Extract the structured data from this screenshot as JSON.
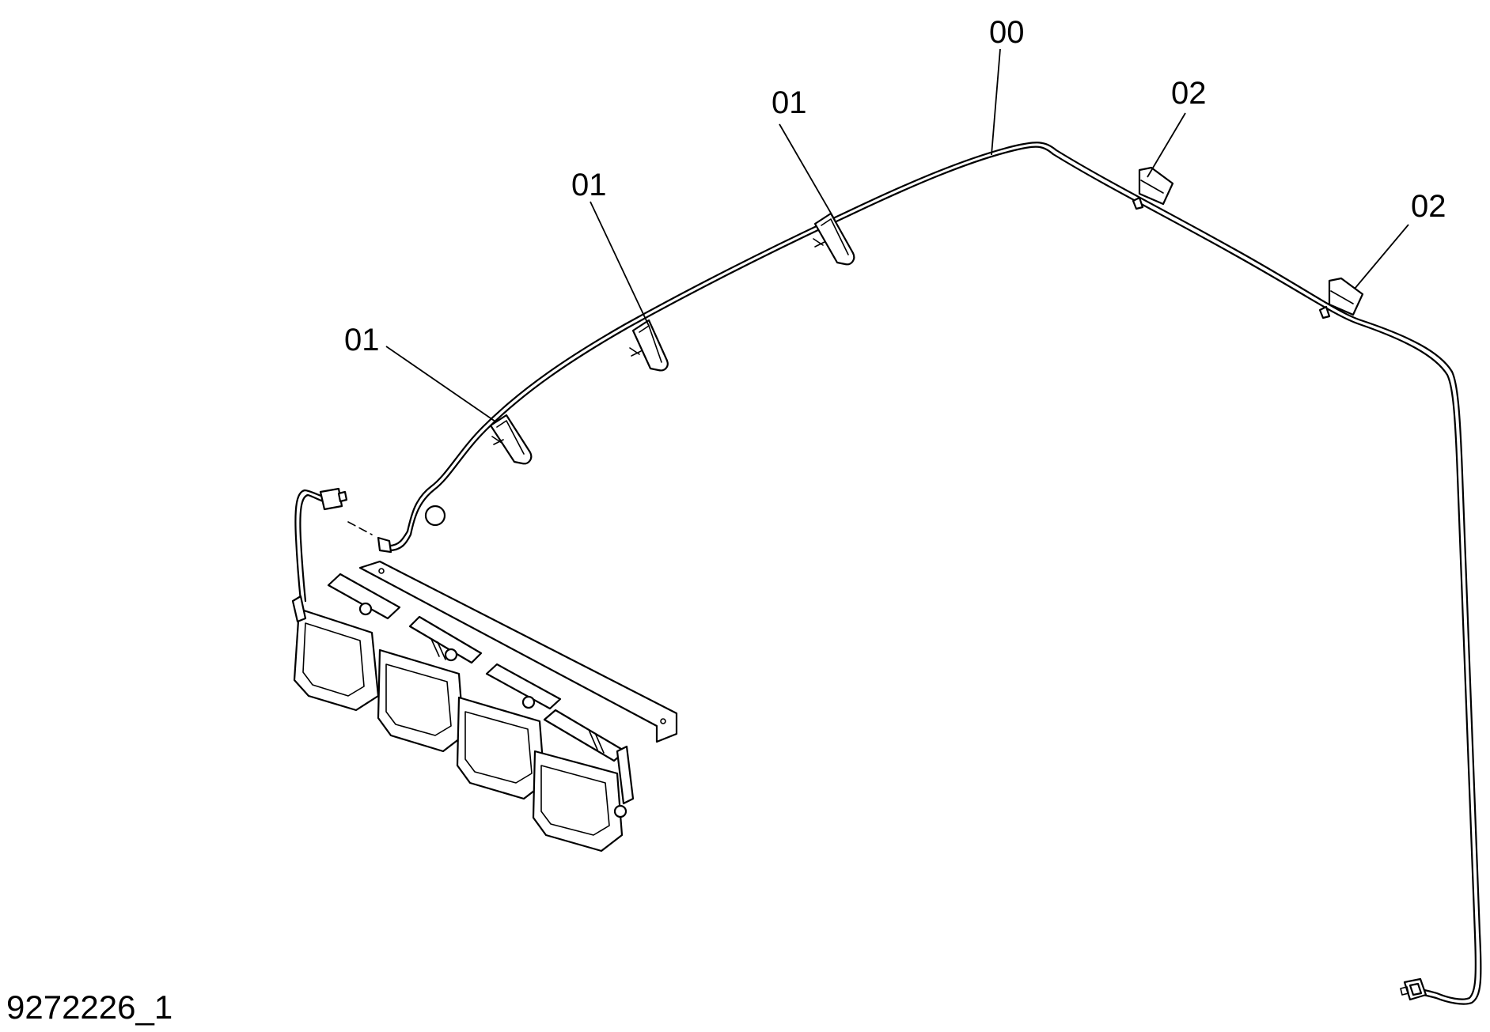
{
  "figure_id": "9272226_1",
  "callouts": {
    "harness": "00",
    "clip_a": "01",
    "clip_b": "01",
    "clip_c": "01",
    "clip_d": "01",
    "clamp_a": "02",
    "clamp_b": "02"
  },
  "colors": {
    "line": "#000000",
    "background": "#ffffff"
  }
}
